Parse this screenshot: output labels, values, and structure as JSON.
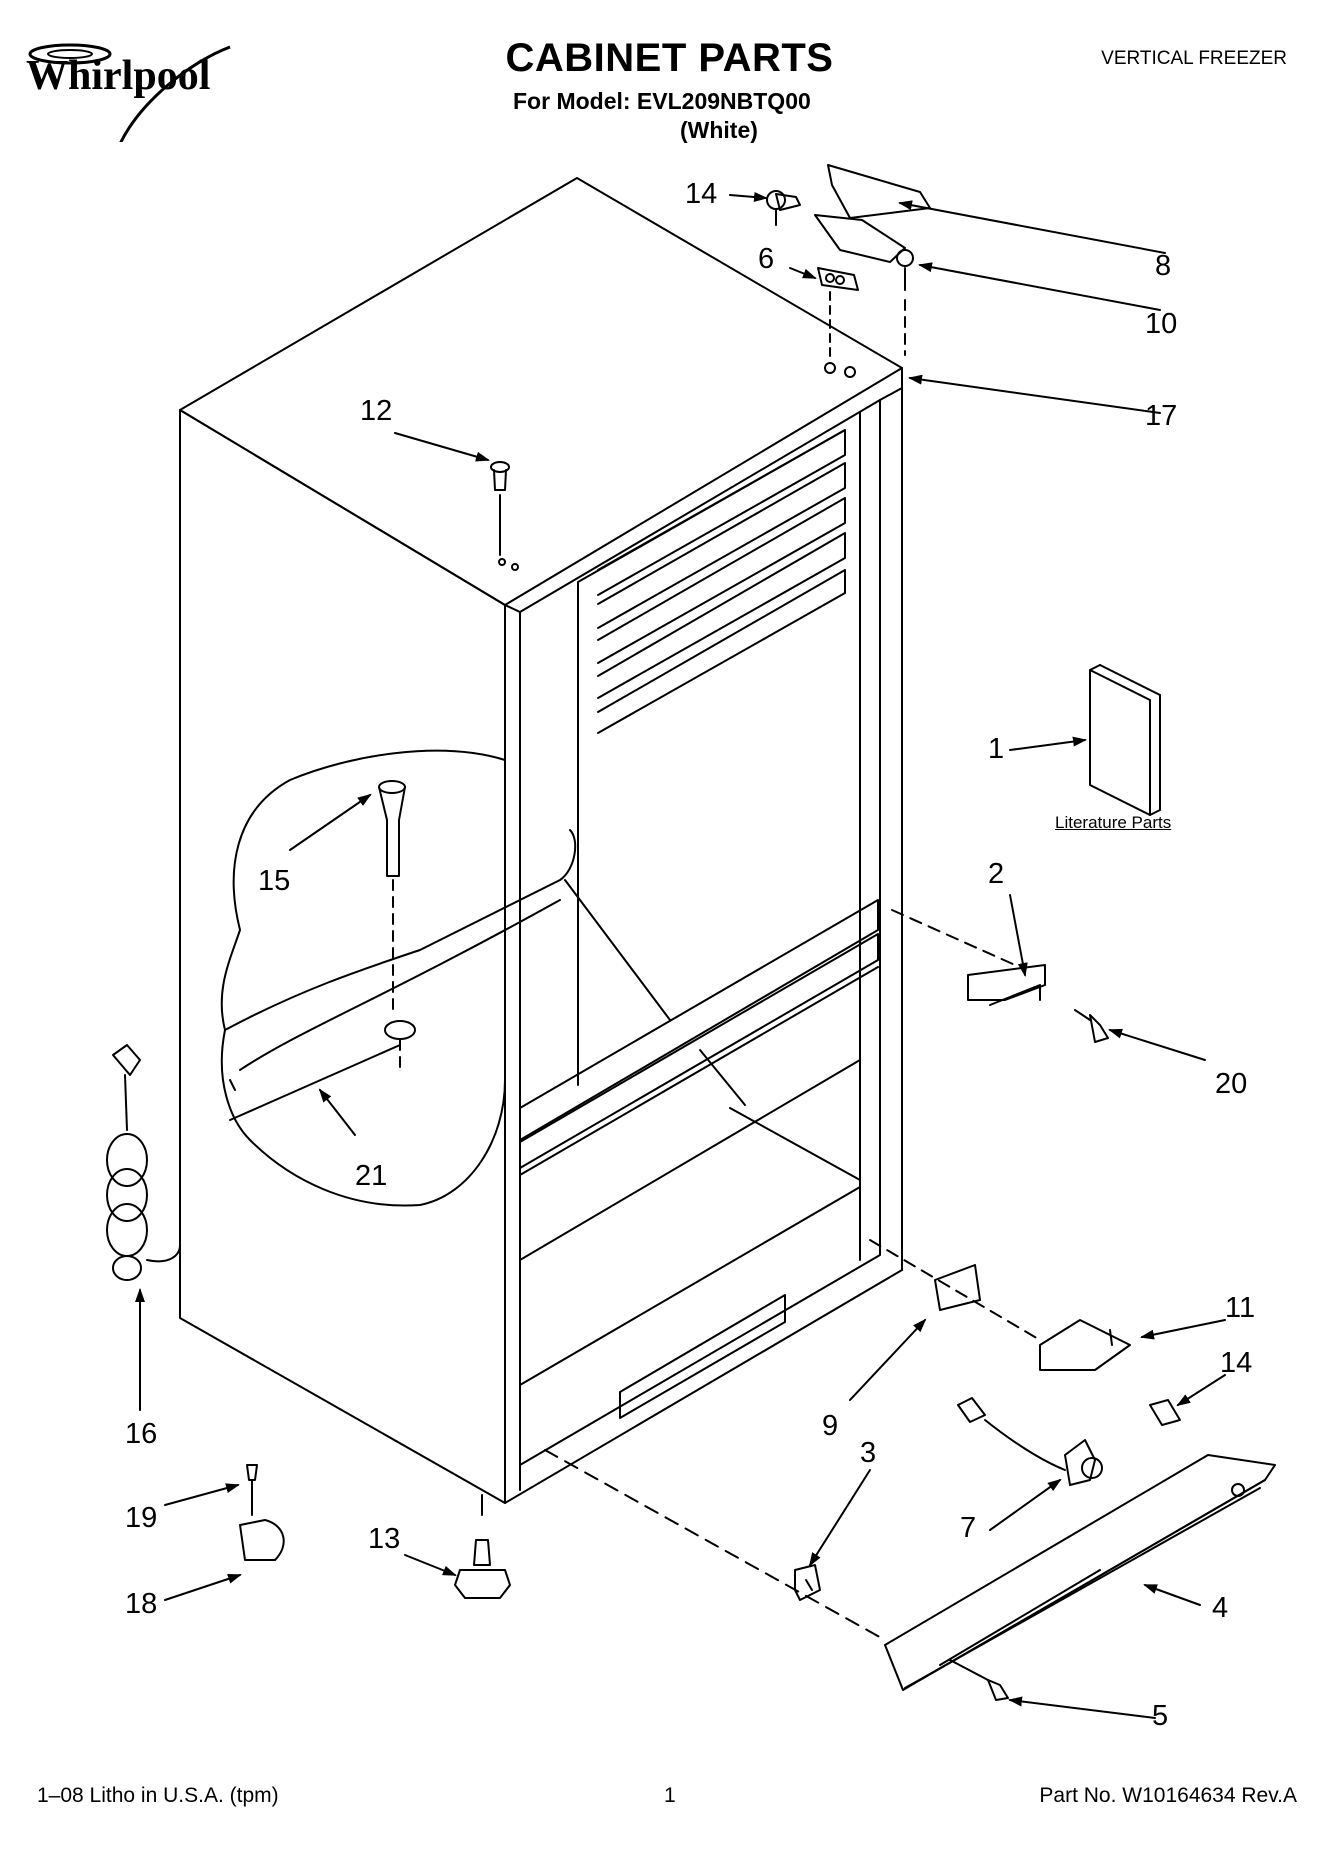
{
  "brand": "Whirlpool",
  "title": "CABINET PARTS",
  "model_line": "For Model: EVL209NBTQ00",
  "color_line": "(White)",
  "category": "VERTICAL FREEZER",
  "literature_label": "Literature Parts",
  "footer": {
    "left": "1–08 Litho in U.S.A. (tpm)",
    "center": "1",
    "right": "Part No. W10164634 Rev.A"
  },
  "callouts": {
    "c1": "1",
    "c2": "2",
    "c3": "3",
    "c4": "4",
    "c5": "5",
    "c6": "6",
    "c7": "7",
    "c8": "8",
    "c9": "9",
    "c10": "10",
    "c11": "11",
    "c12": "12",
    "c13": "13",
    "c14a": "14",
    "c14b": "14",
    "c15": "15",
    "c16": "16",
    "c17": "17",
    "c18": "18",
    "c19": "19",
    "c20": "20",
    "c21": "21"
  }
}
